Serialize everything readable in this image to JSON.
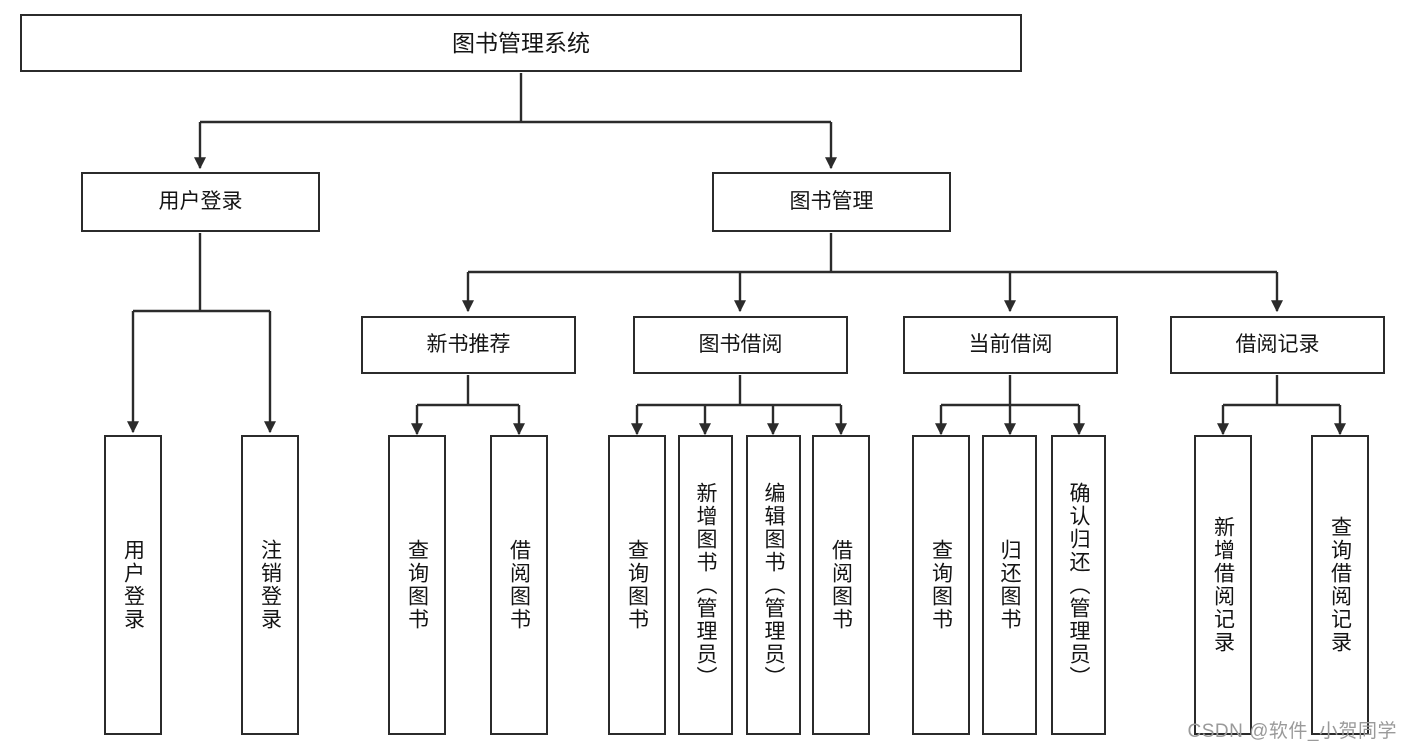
{
  "diagram": {
    "title": "图书管理系统",
    "watermark": "CSDN @软件_小贺同学",
    "line_color": "#2b2b2b",
    "box_fill": "#ffffff",
    "text_color": "#141414",
    "watermark_color": "#9a9a9a"
  },
  "root": {
    "label": "图书管理系统"
  },
  "level1": [
    {
      "label": "用户登录"
    },
    {
      "label": "图书管理"
    }
  ],
  "level2": [
    {
      "label": "新书推荐"
    },
    {
      "label": "图书借阅"
    },
    {
      "label": "当前借阅"
    },
    {
      "label": "借阅记录"
    }
  ],
  "leaves": {
    "user_login": [
      {
        "label": "用户登录"
      },
      {
        "label": "注销登录"
      }
    ],
    "new_book_recommend": [
      {
        "label": "查询图书"
      },
      {
        "label": "借阅图书"
      }
    ],
    "book_borrow": [
      {
        "label": "查询图书"
      },
      {
        "label": "新增图书（管理员）"
      },
      {
        "label": "编辑图书（管理员）"
      },
      {
        "label": "借阅图书"
      }
    ],
    "current_borrow": [
      {
        "label": "查询图书"
      },
      {
        "label": "归还图书"
      },
      {
        "label": "确认归还（管理员）"
      }
    ],
    "borrow_record": [
      {
        "label": "新增借阅记录"
      },
      {
        "label": "查询借阅记录"
      }
    ]
  }
}
